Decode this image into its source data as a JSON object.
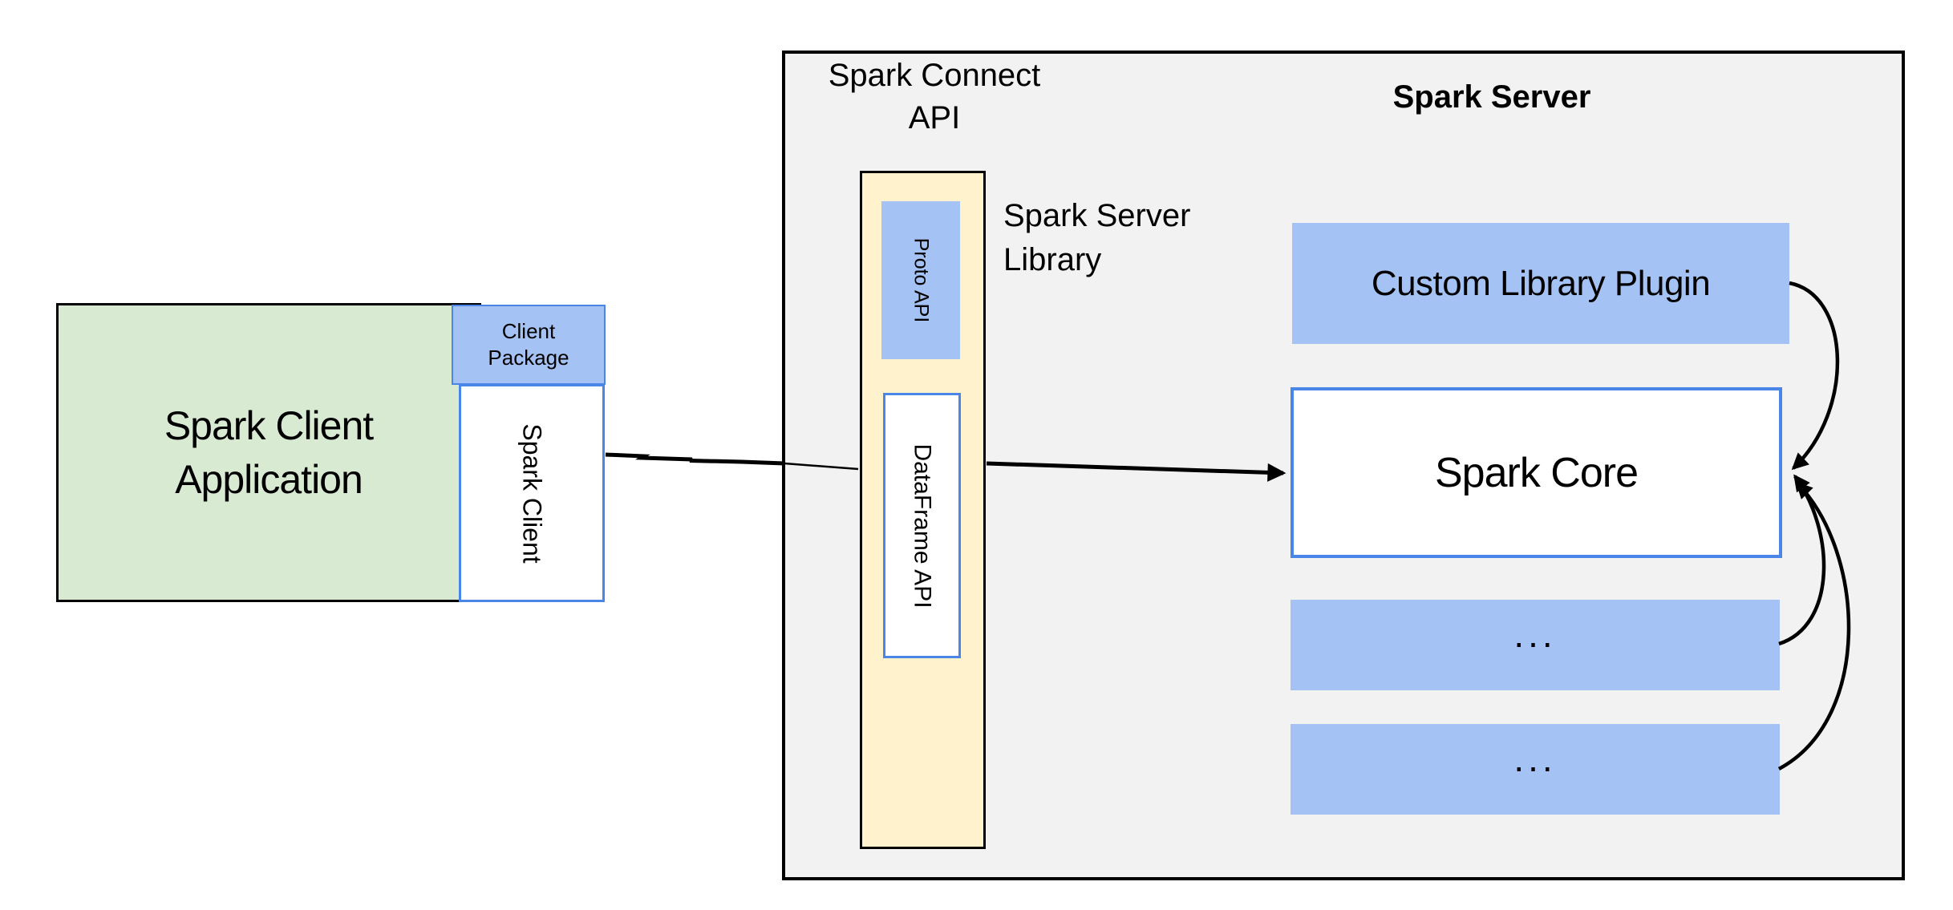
{
  "diagram": {
    "labels": {
      "spark_connect_api": "Spark Connect API",
      "spark_server": "Spark Server",
      "spark_server_library": "Spark Server Library",
      "spark_client_application": "Spark Client Application",
      "client_package": "Client Package",
      "spark_client": "Spark Client",
      "proto_api": "Proto API",
      "dataframe_api": "DataFrame API",
      "custom_library_plugin": "Custom Library Plugin",
      "spark_core": "Spark Core",
      "ellipsis_1": "...",
      "ellipsis_2": "..."
    },
    "colors": {
      "blue_fill": "#a4c2f4",
      "blue_border": "#4a86e8",
      "green_fill": "#d9ead3",
      "yellow_fill": "#fff2cc",
      "gray_container_fill": "#f2f2f2",
      "outline_black": "#000000",
      "white": "#ffffff"
    },
    "arrows": [
      {
        "from": "Spark Client",
        "to": "Spark Connect API column",
        "style": "straight-line"
      },
      {
        "from": "Spark Connect API column",
        "to": "Spark Core",
        "style": "straight-arrow"
      },
      {
        "from": "Custom Library Plugin",
        "to": "Spark Core",
        "style": "curved-arrow"
      },
      {
        "from": "ellipsis box 1",
        "to": "Spark Core",
        "style": "curved-arrow"
      },
      {
        "from": "ellipsis box 2",
        "to": "Spark Core",
        "style": "curved-arrow"
      }
    ]
  }
}
